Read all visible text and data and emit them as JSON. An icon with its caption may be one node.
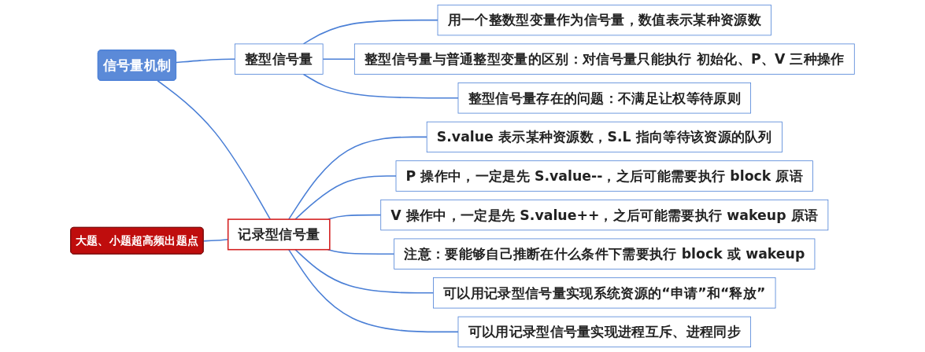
{
  "diagram": {
    "nodes": [
      {
        "text": [
          "信号量机制"
        ]
      },
      {
        "text": [
          "整型信号量"
        ]
      },
      {
        "text": [
          "用一个整数型变量作为信号量，数值表示某种资源数"
        ]
      },
      {
        "text": [
          "整型信号量与普通整型变量的区别：对信号量只能执行 初始化、P、V 三种操作"
        ]
      },
      {
        "text": [
          "整型信号量存在的问题：不满足让权等待原则"
        ]
      },
      {
        "text": [
          "记录型信号量"
        ]
      },
      {
        "text": [
          "S.value 表示某种资源数，S.L 指向等待该资源的队列"
        ]
      },
      {
        "text": [
          "P 操作中，一定是先 S.value--，之后可能需要执行 block 原语"
        ]
      },
      {
        "text": [
          "V 操作中，一定是先 S.value++，之后可能需要执行 wakeup 原语"
        ]
      },
      {
        "text": [
          "注意：要能够自己推断在什么条件下需要执行 block 或 wakeup"
        ]
      },
      {
        "text": [
          "可以用记录型信号量实现系统资源的“申请”和“释放”"
        ]
      },
      {
        "text": [
          "可以用记录型信号量实现进程互斥、进程同步"
        ]
      },
      {
        "text": [
          "大题、小题超高频出题点"
        ]
      }
    ],
    "edges": [
      {
        "from": 0,
        "to": 1,
        "arrow": "none"
      },
      {
        "from": 0,
        "to": 5,
        "arrow": "none"
      },
      {
        "from": 1,
        "to": 2,
        "arrow": "none"
      },
      {
        "from": 1,
        "to": 3,
        "arrow": "none"
      },
      {
        "from": 1,
        "to": 4,
        "arrow": "none"
      },
      {
        "from": 5,
        "to": 6,
        "arrow": "none"
      },
      {
        "from": 5,
        "to": 7,
        "arrow": "none"
      },
      {
        "from": 5,
        "to": 8,
        "arrow": "none"
      },
      {
        "from": 5,
        "to": 9,
        "arrow": "none"
      },
      {
        "from": 5,
        "to": 10,
        "arrow": "none"
      },
      {
        "from": 5,
        "to": 11,
        "arrow": "none"
      },
      {
        "from": 12,
        "to": 5,
        "arrow": "none"
      }
    ]
  }
}
